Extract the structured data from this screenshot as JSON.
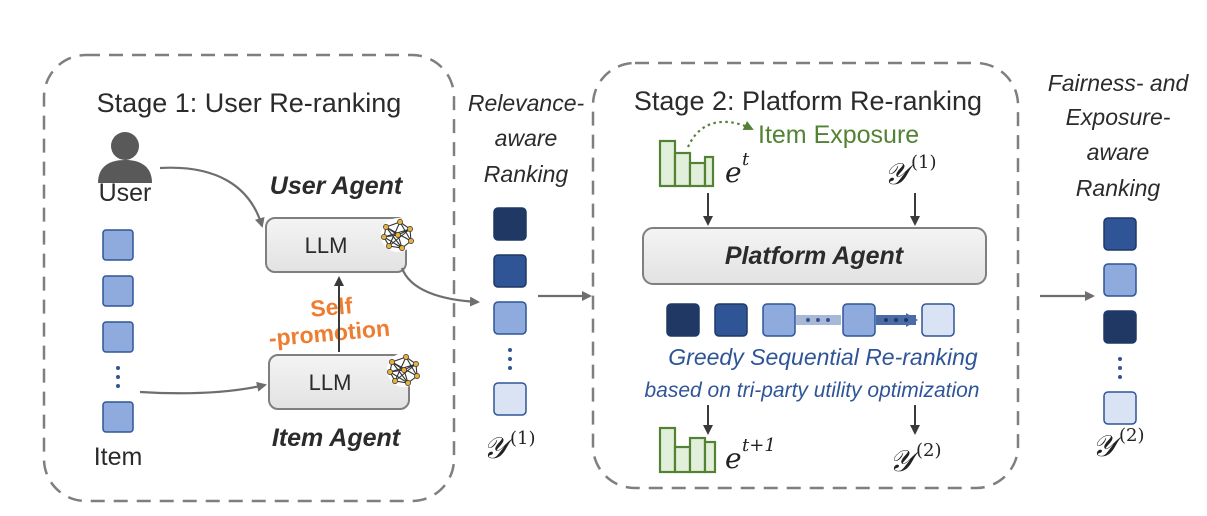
{
  "stage1": {
    "title": "Stage 1: User Re-ranking",
    "user_label": "User",
    "item_label": "Item",
    "user_agent_label": "User Agent",
    "item_agent_label": "Item Agent",
    "llm_label": "LLM",
    "self_promotion_line1": "Self",
    "self_promotion_line2": "-promotion"
  },
  "relevance": {
    "line1": "Relevance-",
    "line2": "aware",
    "line3": "Ranking",
    "symbol": "𝒴",
    "sup": "(1)"
  },
  "stage2": {
    "title": "Stage 2: Platform Re-ranking",
    "item_exposure": "Item Exposure",
    "exposure_symbol": "e",
    "exposure_sup_t": "t",
    "exposure_sup_t1": "t+1",
    "input_symbol": "𝒴",
    "input_sup": "(1)",
    "platform_agent_label": "Platform Agent",
    "greedy_line1": "Greedy Sequential Re-ranking",
    "greedy_line2": "based on tri-party utility optimization",
    "output_symbol": "𝒴",
    "output_sup": "(2)"
  },
  "fairness": {
    "line1": "Fairness- and",
    "line2": "Exposure-",
    "line3": "aware",
    "line4": "Ranking",
    "symbol": "𝒴",
    "sup": "(2)"
  },
  "colors": {
    "dark_navy": "#1f3864",
    "mid_blue": "#2f5597",
    "light_blue": "#8faadc",
    "pale_blue": "#dae3f3",
    "green": "#548235",
    "orange": "#ed7d31",
    "gray": "#707070"
  }
}
